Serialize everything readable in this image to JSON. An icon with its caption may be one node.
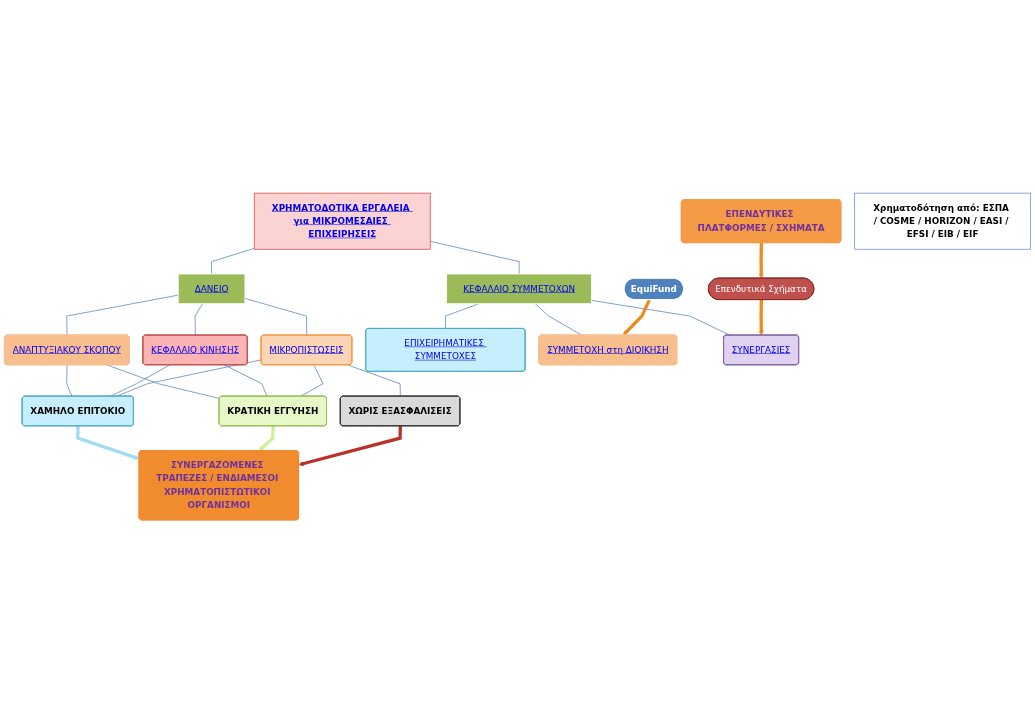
{
  "diagram": {
    "nodes": [
      {
        "text": [
          "ΧΡΗΜΑΤΟΔΟΤΙΚΑ ΕΡΓΑΛΕΙΑ για ΜΙΚΡΟΜΕΣΑΙΕΣ ΕΠΙΧΕΙΡΗΣΕΙΣ"
        ]
      },
      {
        "text": [
          "ΔΑΝΕΙΟ"
        ]
      },
      {
        "text": [
          "ΚΕΦΑΛΑΙΟ ΣΥΜΜΕΤΟΧΩΝ"
        ]
      },
      {
        "text": [
          "ΑΝΑΠΤΥΞΙΑΚΟΥ ΣΚΟΠΟΥ"
        ]
      },
      {
        "text": [
          "ΚΕΦΑΛΑΙΟ ΚΙΝΗΣΗΣ"
        ]
      },
      {
        "text": [
          "ΜΙΚΡΟΠΙΣΤΩΣΕΙΣ"
        ]
      },
      {
        "text": [
          "ΕΠΙΧΕΙΡΗΜΑΤΙΚΕΣ ΣΥΜΜΕΤΟΧΕΣ"
        ]
      },
      {
        "text": [
          "ΣΥΜΜΕΤΟΧΗ στη ΔΙΟΙΚΗΣΗ"
        ]
      },
      {
        "text": [
          "ΣΥΝΕΡΓΑΣΙΕΣ"
        ]
      },
      {
        "text": [
          "ΧΑΜΗΛΟ ΕΠΙΤΟΚΙΟ"
        ]
      },
      {
        "text": [
          "ΚΡΑΤΙΚΗ ΕΓΓΥΗΣΗ"
        ]
      },
      {
        "text": [
          "ΧΩΡΙΣ ΕΞΑΣΦΑΛΙΣΕΙΣ"
        ]
      },
      {
        "text": [
          "EquiFund"
        ]
      },
      {
        "text": [
          "Επενδυτικά Σχήματα"
        ]
      },
      {
        "text": [
          "ΣΥΝΕΡΓΑΖΟΜΕΝΕΣ ΤΡΑΠΕΖΕΣ / ΕΝΔΙΑΜΕΣΟΙ ΧΡΗΜΑΤΟΠΙΣΤΩΤΙΚΟΙ ΟΡΓΑΝΙΣΜΟΙ"
        ]
      },
      {
        "text": [
          "ΕΠΕΝΔΥΤΙΚΕΣ ΠΛΑΤΦΟΡΜΕΣ / ΣΧΗΜΑΤΑ"
        ]
      },
      {
        "text": [
          "Χρηματοδότηση από: ΕΣΠΑ / COSME / HORIZON / EASI / EFSI / EIB / EIF"
        ]
      }
    ],
    "edges": [
      {
        "from": 0,
        "to": 1,
        "arrow": "none"
      },
      {
        "from": 0,
        "to": 2,
        "arrow": "none"
      },
      {
        "from": 1,
        "to": 3,
        "arrow": "none"
      },
      {
        "from": 1,
        "to": 4,
        "arrow": "none"
      },
      {
        "from": 1,
        "to": 5,
        "arrow": "none"
      },
      {
        "from": 2,
        "to": 6,
        "arrow": "none"
      },
      {
        "from": 2,
        "to": 7,
        "arrow": "none"
      },
      {
        "from": 2,
        "to": 8,
        "arrow": "none"
      },
      {
        "from": 3,
        "to": 9,
        "arrow": "none"
      },
      {
        "from": 3,
        "to": 10,
        "arrow": "none"
      },
      {
        "from": 4,
        "to": 9,
        "arrow": "none"
      },
      {
        "from": 4,
        "to": 10,
        "arrow": "none"
      },
      {
        "from": 5,
        "to": 9,
        "arrow": "none"
      },
      {
        "from": 5,
        "to": 10,
        "arrow": "none"
      },
      {
        "from": 5,
        "to": 11,
        "arrow": "none"
      },
      {
        "from": 9,
        "to": 14,
        "arrow": "to",
        "style": "thick",
        "color": "#9fdcf2"
      },
      {
        "from": 10,
        "to": 14,
        "arrow": "to",
        "style": "thick",
        "color": "#cdef9a"
      },
      {
        "from": 11,
        "to": 14,
        "arrow": "to",
        "style": "thick",
        "color": "#b8312b"
      },
      {
        "from": 12,
        "to": 7,
        "arrow": "to",
        "style": "thick",
        "color": "#ee8a1f"
      },
      {
        "from": 13,
        "to": 8,
        "arrow": "to",
        "style": "thick",
        "color": "#ee8a1f"
      },
      {
        "from": 15,
        "to": 13,
        "arrow": "to",
        "style": "thick",
        "color": "#ee8a1f"
      }
    ]
  }
}
